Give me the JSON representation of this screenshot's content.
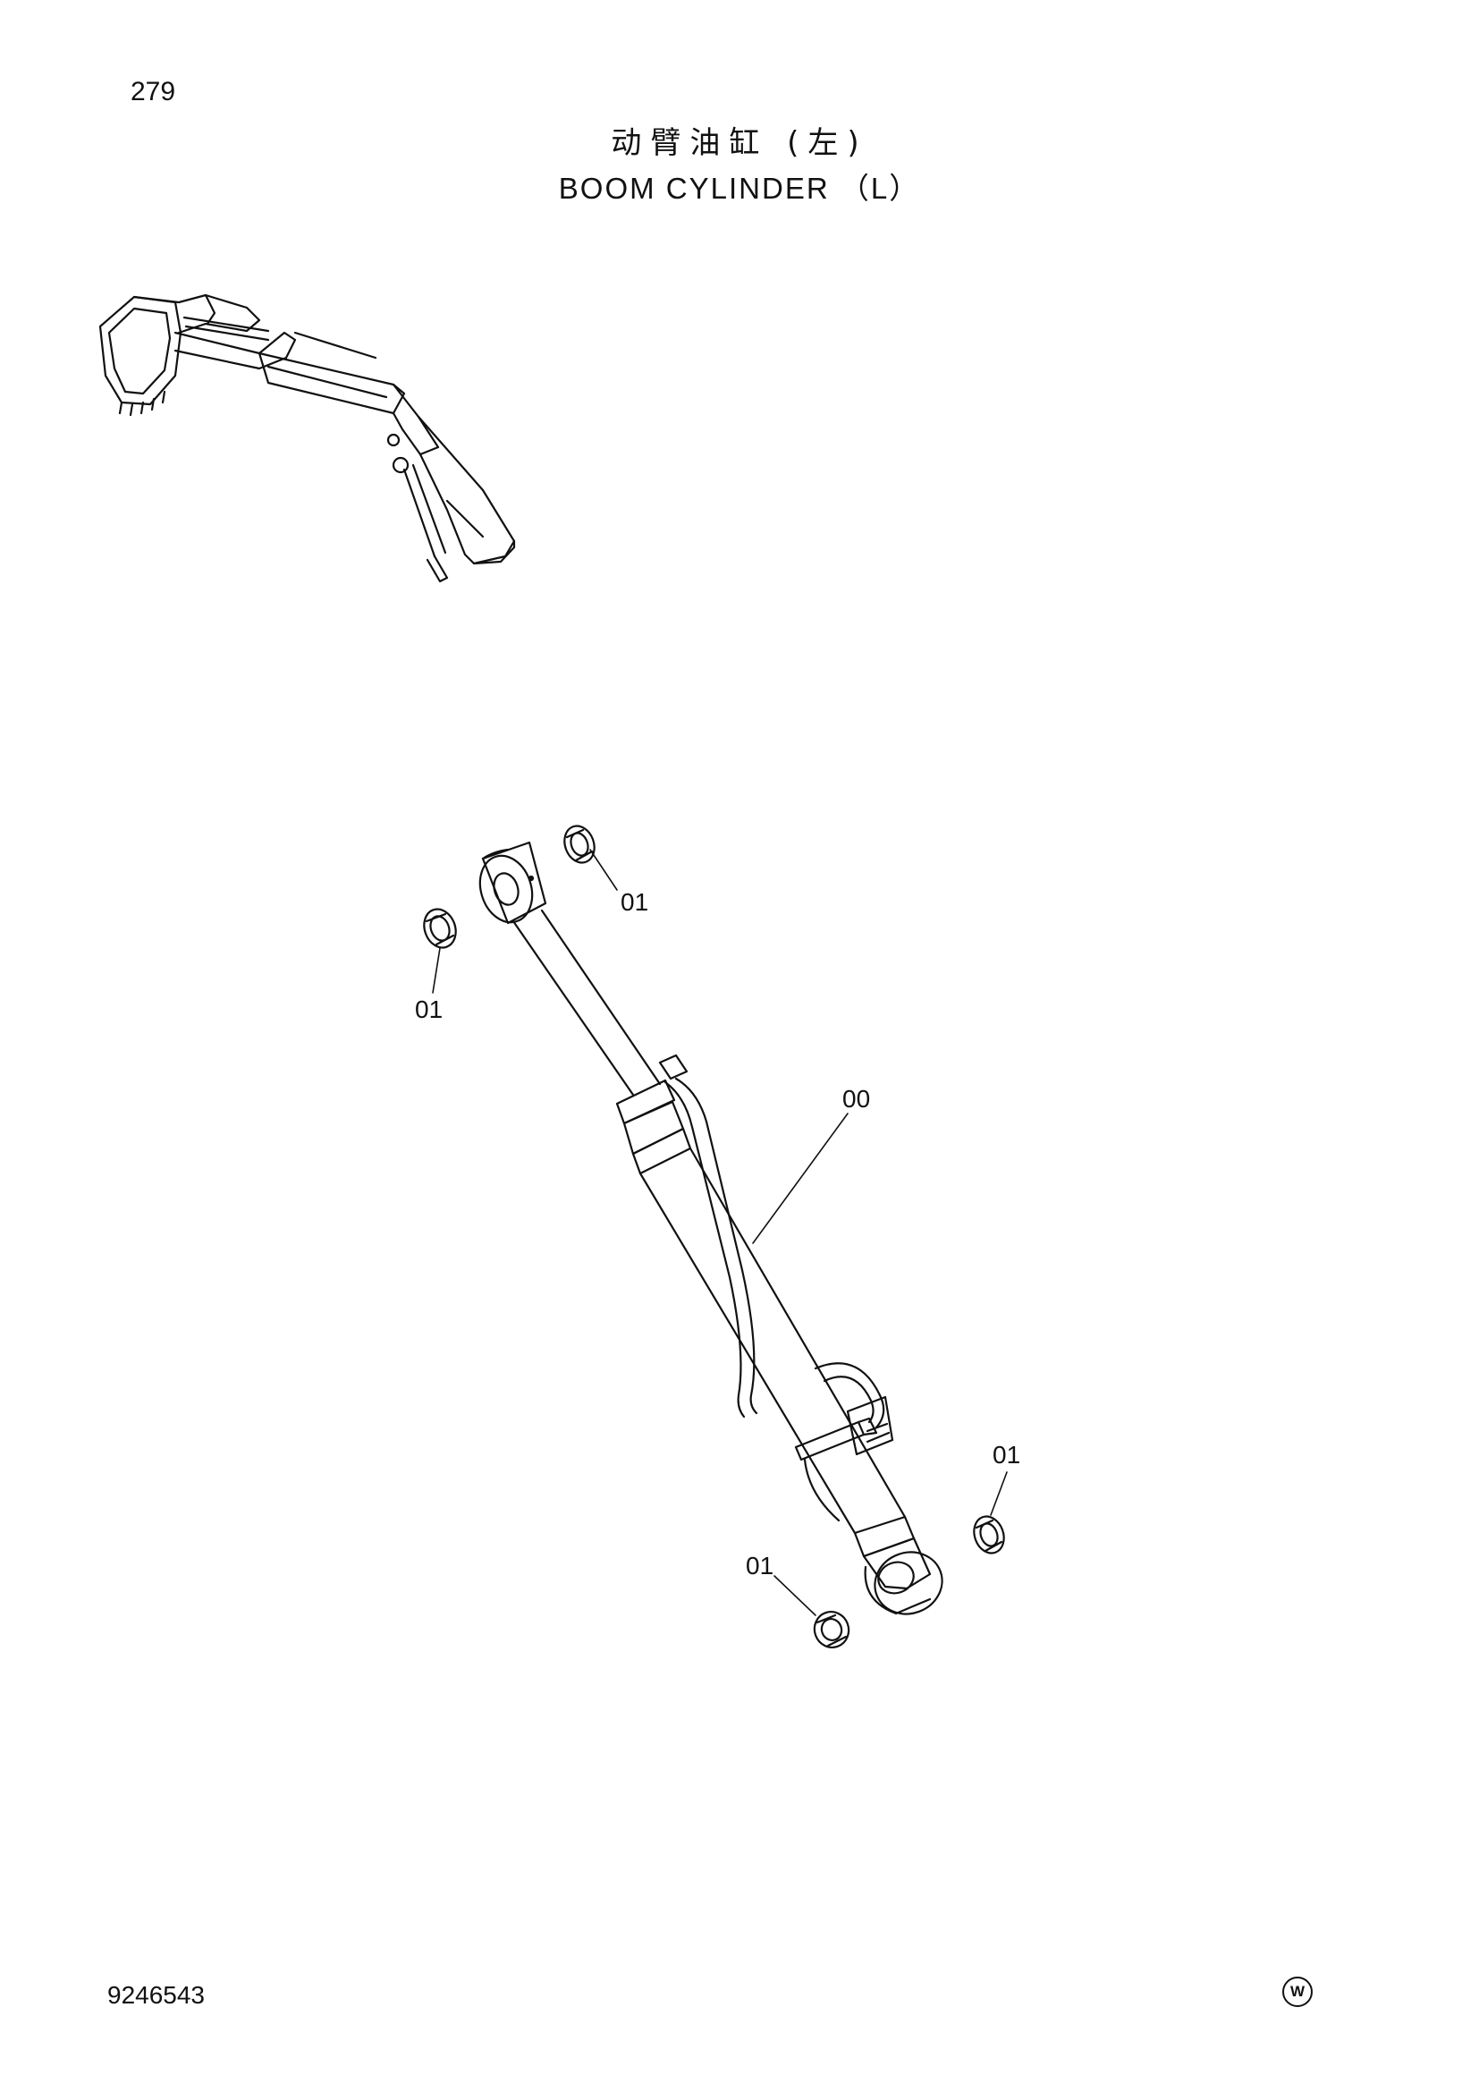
{
  "page": {
    "page_number": "279",
    "title_cn": "动臂油缸 (左)",
    "title_en": "BOOM CYLINDER （L）",
    "doc_number": "9246543",
    "mark": "W"
  },
  "callouts": [
    {
      "id": "c1",
      "label": "01"
    },
    {
      "id": "c2",
      "label": "01"
    },
    {
      "id": "c3",
      "label": "00"
    },
    {
      "id": "c4",
      "label": "01"
    },
    {
      "id": "c5",
      "label": "01"
    }
  ]
}
